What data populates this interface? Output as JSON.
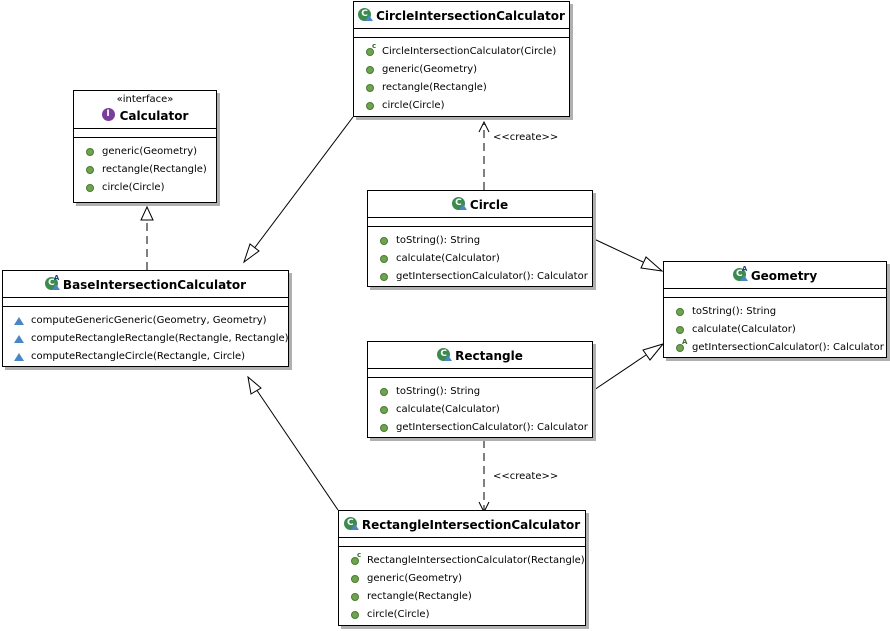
{
  "colors": {
    "class_icon": "#3b8a4e",
    "interface_icon": "#7a3f9a",
    "public_method": "#6ea34f",
    "protected_method": "#4a86c6",
    "shadow": "#b0b0b0"
  },
  "classes": {
    "calculator": {
      "stereotype": "«interface»",
      "name": "Calculator",
      "methods": [
        {
          "sig": "generic(Geometry)"
        },
        {
          "sig": "rectangle(Rectangle)"
        },
        {
          "sig": "circle(Circle)"
        }
      ]
    },
    "circle_calc": {
      "name": "CircleIntersectionCalculator",
      "methods": [
        {
          "sig": "CircleIntersectionCalculator(Circle)"
        },
        {
          "sig": "generic(Geometry)"
        },
        {
          "sig": "rectangle(Rectangle)"
        },
        {
          "sig": "circle(Circle)"
        }
      ]
    },
    "base_calc": {
      "name": "BaseIntersectionCalculator",
      "methods": [
        {
          "sig": "computeGenericGeneric(Geometry, Geometry)"
        },
        {
          "sig": "computeRectangleRectangle(Rectangle, Rectangle)"
        },
        {
          "sig": "computeRectangleCircle(Rectangle, Circle)"
        }
      ]
    },
    "circle": {
      "name": "Circle",
      "methods": [
        {
          "sig": "toString(): String"
        },
        {
          "sig": "calculate(Calculator)"
        },
        {
          "sig": "getIntersectionCalculator(): Calculator"
        }
      ]
    },
    "geometry": {
      "name": "Geometry",
      "methods": [
        {
          "sig": "toString(): String"
        },
        {
          "sig": "calculate(Calculator)"
        },
        {
          "sig": "getIntersectionCalculator(): Calculator"
        }
      ]
    },
    "rectangle": {
      "name": "Rectangle",
      "methods": [
        {
          "sig": "toString(): String"
        },
        {
          "sig": "calculate(Calculator)"
        },
        {
          "sig": "getIntersectionCalculator(): Calculator"
        }
      ]
    },
    "rect_calc": {
      "name": "RectangleIntersectionCalculator",
      "methods": [
        {
          "sig": "RectangleIntersectionCalculator(Rectangle)"
        },
        {
          "sig": "generic(Geometry)"
        },
        {
          "sig": "rectangle(Rectangle)"
        },
        {
          "sig": "circle(Circle)"
        }
      ]
    }
  },
  "edge_labels": {
    "create_circle": "<<create>>",
    "create_rectangle": "<<create>>"
  }
}
